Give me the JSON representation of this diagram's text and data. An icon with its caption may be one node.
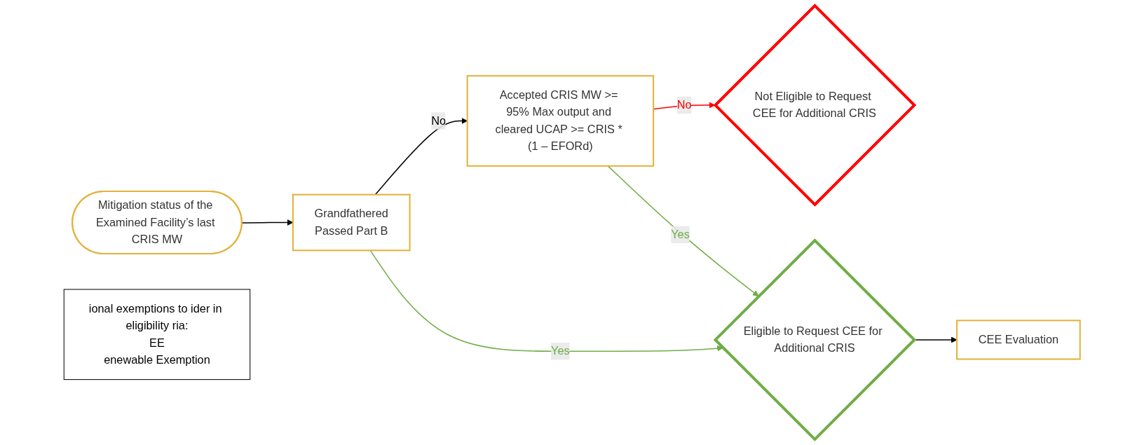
{
  "diagram": {
    "nodes": [
      {
        "text": [
          "Mitigation status of the Examined Facility’s last CRIS MW"
        ]
      },
      {
        "text": [
          "Grandfathered",
          "Passed Part B"
        ]
      },
      {
        "text": [
          "Accepted CRIS MW >= 95% Max output and cleared UCAP >= CRIS * (1 – EFORd)"
        ]
      },
      {
        "text": [
          "Not Eligible to Request CEE for Additional CRIS"
        ]
      },
      {
        "text": [
          "Eligible to Request CEE for Additional CRIS"
        ]
      },
      {
        "text": [
          "CEE Evaluation"
        ]
      },
      {
        "text": [
          "ional exemptions to ider in eligibility ria:",
          "EE",
          "enewable Exemption"
        ]
      }
    ],
    "edges": [
      {
        "from": 0,
        "to": 1,
        "arrow": "to"
      },
      {
        "from": 1,
        "to": 2,
        "label": "No",
        "arrow": "to"
      },
      {
        "from": 2,
        "to": 3,
        "label": "No",
        "arrow": "to",
        "color": "#ff0000"
      },
      {
        "from": 2,
        "to": 4,
        "label": "Yes",
        "arrow": "to",
        "color": "#70ad47"
      },
      {
        "from": 1,
        "to": 4,
        "label": "Yes",
        "arrow": "to",
        "color": "#70ad47"
      },
      {
        "from": 4,
        "to": 5,
        "arrow": "to"
      }
    ]
  }
}
